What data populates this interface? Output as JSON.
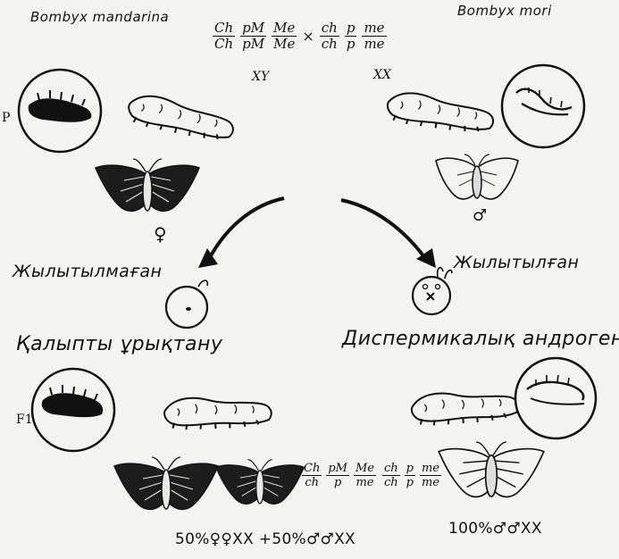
{
  "species": {
    "left": "Bombyx mandarina",
    "right": "Bombyx mori"
  },
  "parent_genotype": {
    "female": [
      {
        "num": "Ch",
        "den": "Ch"
      },
      {
        "num": "pM",
        "den": "pM"
      },
      {
        "num": "Me",
        "den": "Me"
      }
    ],
    "cross_symbol": "×",
    "male": [
      {
        "num": "ch",
        "den": "ch"
      },
      {
        "num": "p",
        "den": "p"
      },
      {
        "num": "me",
        "den": "me"
      }
    ],
    "female_sex": "XY",
    "male_sex": "XX"
  },
  "labels": {
    "p_generation": "P",
    "f1_generation": "F1",
    "female_symbol": "♀",
    "male_symbol": "♂"
  },
  "branches": {
    "left_treatment": "Жылытылмаған",
    "right_treatment": "Жылытылған",
    "left_outcome": "Қалыпты ұрықтану",
    "right_outcome": "Диспермикалық андрогенез"
  },
  "offspring_genotype": [
    {
      "num": "Ch",
      "den": "ch"
    },
    {
      "num": "pM",
      "den": "p"
    },
    {
      "num": "Me",
      "den": "me"
    }
  ],
  "androgen_genotype": [
    {
      "num": "ch",
      "den": "ch"
    },
    {
      "num": "p",
      "den": "p"
    },
    {
      "num": "me",
      "den": "me"
    }
  ],
  "ratios": {
    "left": "50%♀♀XX +50%♂♂XX",
    "right": "100%♂♂XX"
  },
  "colors": {
    "ink": "#111111",
    "paper": "#f4f4f2"
  }
}
